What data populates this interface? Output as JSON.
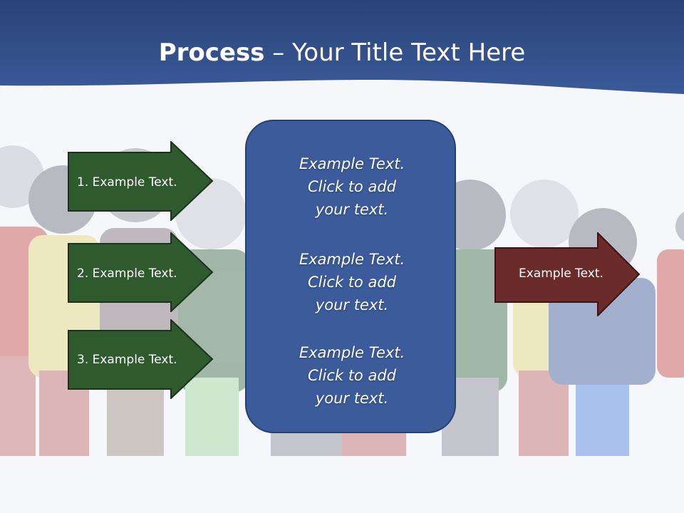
{
  "title": {
    "bold": "Process",
    "rest": " – Your Title Text Here"
  },
  "steps": [
    {
      "label": "1. Example Text."
    },
    {
      "label": "2. Example Text."
    },
    {
      "label": "3. Example Text."
    }
  ],
  "center": [
    "Example Text.\nClick  to add\nyour text.",
    "Example Text.\nClick  to add\nyour text.",
    "Example Text.\nClick  to add\nyour text."
  ],
  "output": {
    "label": "Example Text."
  },
  "colors": {
    "header": "#2f4f8c",
    "step_arrow": "#2e5a2e",
    "center_box": "#3b5b9b",
    "output_arrow": "#6b2b2b"
  }
}
